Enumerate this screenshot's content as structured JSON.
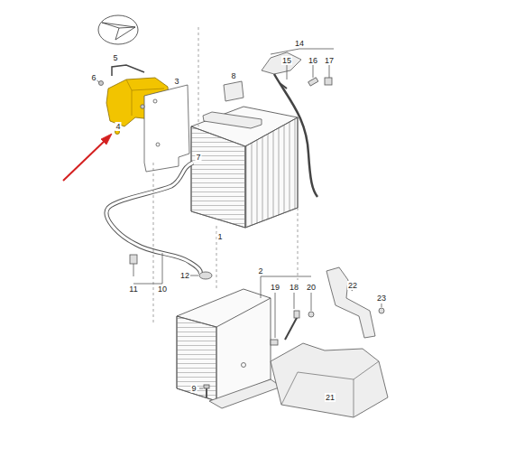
{
  "diagram": {
    "labels": [
      "5",
      "6",
      "3",
      "4",
      "8",
      "14",
      "15",
      "16",
      "17",
      "1",
      "7",
      "12",
      "11",
      "10",
      "2",
      "19",
      "18",
      "20",
      "22",
      "23",
      "21",
      "9"
    ]
  }
}
